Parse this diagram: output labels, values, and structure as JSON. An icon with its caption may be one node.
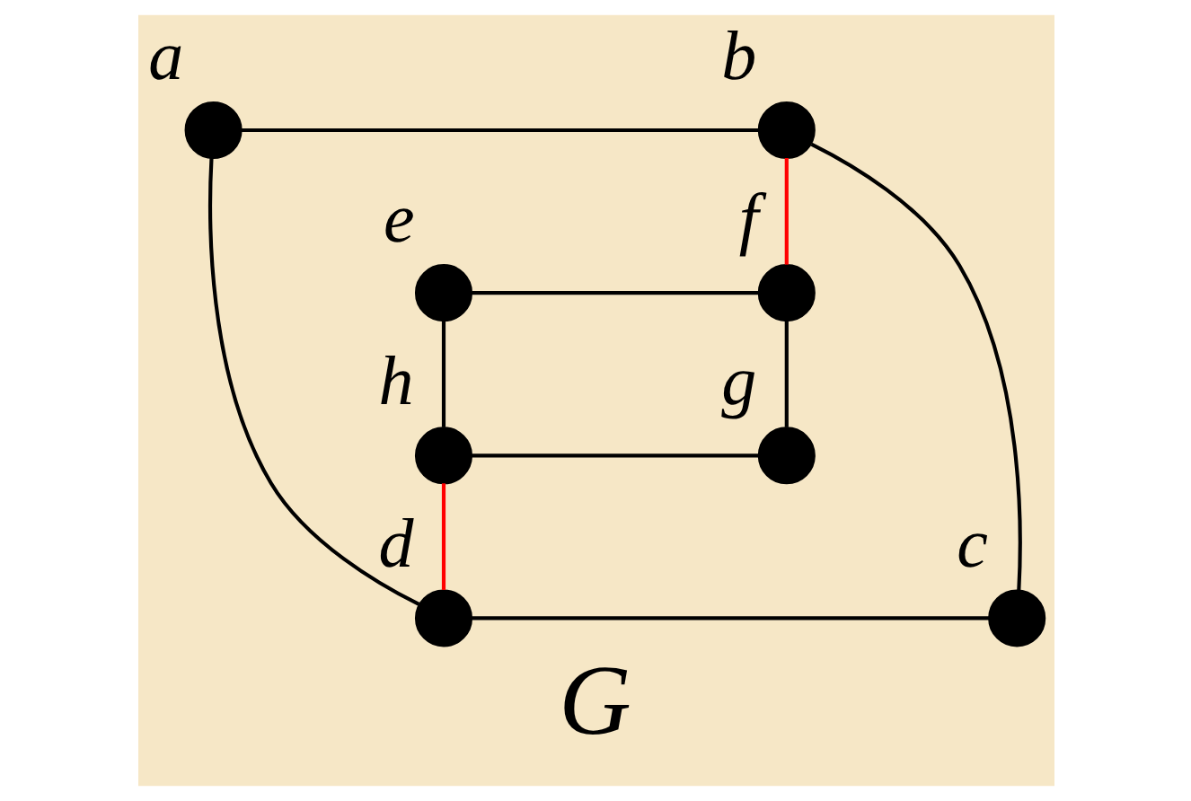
{
  "diagram": {
    "caption": "G",
    "nodes": [
      {
        "text": [],
        "shape": "circle",
        "beside": [
          "a"
        ]
      },
      {
        "text": [],
        "shape": "circle",
        "beside": [
          "b"
        ]
      },
      {
        "text": [],
        "shape": "circle",
        "beside": [
          "c"
        ]
      },
      {
        "text": [],
        "shape": "circle",
        "beside": [
          "d"
        ]
      },
      {
        "text": [],
        "shape": "circle",
        "beside": [
          "e"
        ]
      },
      {
        "text": [],
        "shape": "circle",
        "beside": [
          "f"
        ]
      },
      {
        "text": [],
        "shape": "circle",
        "beside": [
          "g"
        ]
      },
      {
        "text": [],
        "shape": "circle",
        "beside": [
          "h"
        ]
      }
    ],
    "edges": [
      {
        "from": 0,
        "to": 1,
        "arrow": "none"
      },
      {
        "from": 1,
        "to": 2,
        "arrow": "none"
      },
      {
        "from": 3,
        "to": 2,
        "arrow": "none"
      },
      {
        "from": 0,
        "to": 3,
        "arrow": "none"
      },
      {
        "from": 4,
        "to": 5,
        "arrow": "none"
      },
      {
        "from": 5,
        "to": 6,
        "arrow": "none"
      },
      {
        "from": 7,
        "to": 6,
        "arrow": "none"
      },
      {
        "from": 4,
        "to": 7,
        "arrow": "none"
      },
      {
        "from": 1,
        "to": 5,
        "arrow": "none",
        "color": "#ff0000"
      },
      {
        "from": 7,
        "to": 3,
        "arrow": "none",
        "color": "#ff0000"
      }
    ]
  }
}
